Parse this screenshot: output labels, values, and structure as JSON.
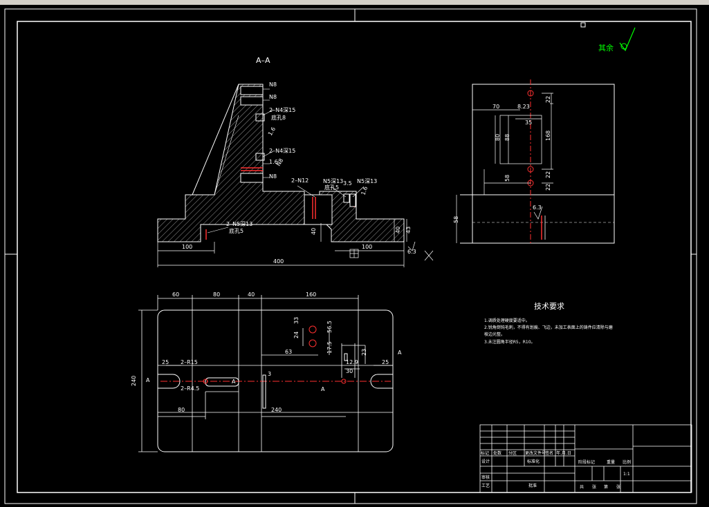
{
  "drawing": {
    "view_title": "A–A",
    "roughness_rest": "其余",
    "colors": {
      "background": "#000000",
      "lines": "#ffffff",
      "red": "#ff3030",
      "green": "#00ff00"
    },
    "section_view": {
      "labels": [
        "N8",
        "N8",
        "2–N4深15",
        "底孔8",
        "1.6",
        "2–N4深15",
        "N8",
        "1.6",
        "N8",
        "2–N12",
        "N5深13",
        "底孔5",
        "3.5",
        "N5深13",
        "1.6",
        "2–N5深13",
        "底孔5",
        "40",
        "40",
        "43",
        "6.3"
      ],
      "dims": {
        "left": "100",
        "mid": "100",
        "total": "400"
      }
    },
    "side_view": {
      "dims": [
        "70",
        "8.23",
        "35",
        "80",
        "88",
        "168",
        "22",
        "22",
        "22",
        "58",
        "58",
        "6.3"
      ]
    },
    "plan_view": {
      "top_dims": [
        "60",
        "80",
        "40",
        "160"
      ],
      "labels": [
        "33",
        "24",
        "56.5",
        "17.5",
        "63",
        "23",
        "12.9",
        "30",
        "3",
        "25",
        "25",
        "2–R15",
        "2–R4.5",
        "A",
        "A",
        "A",
        "A",
        "80",
        "240",
        "240"
      ]
    },
    "tech_requirements": {
      "title": "技术要求",
      "lines": [
        "1.调质处理硬度要适中。",
        "2.锐角倒钝毛刺，不得有划痕、飞边，未加工表面上的铸件应清除与磨",
        "棱边光整。",
        "3.未注圆角半径R5，R10。"
      ]
    },
    "title_block": {
      "row_labels": [
        "标记",
        "处数",
        "分区",
        "更改文件号",
        "签名",
        "年.月.日"
      ],
      "design": "设计",
      "standardize": "标准化",
      "check": "审核",
      "process": "工艺",
      "approve": "批准",
      "stage": "阶段标记",
      "weight": "重量",
      "scale": "比例",
      "scale_value": "1:1",
      "sheets": [
        "共",
        "张",
        "第",
        "张"
      ]
    }
  }
}
